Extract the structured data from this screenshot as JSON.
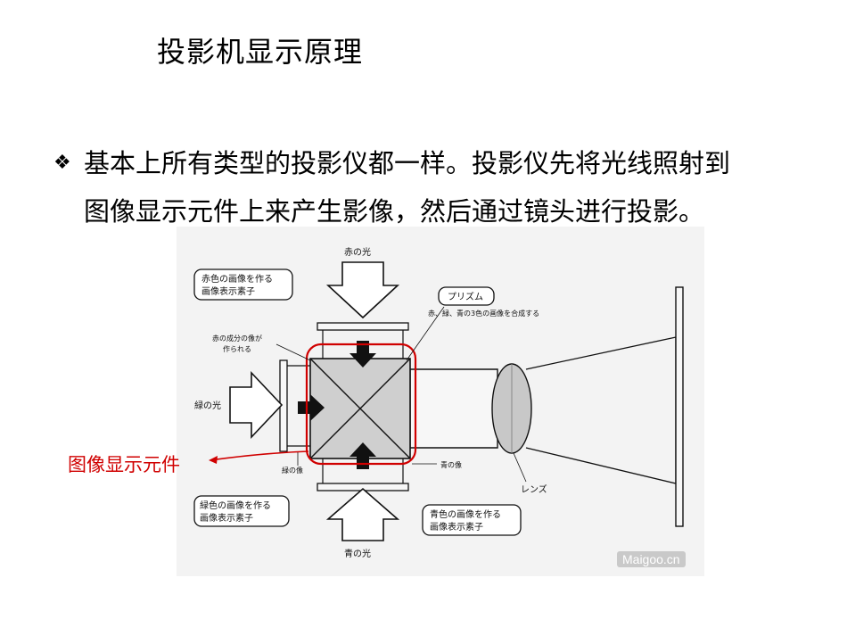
{
  "slide": {
    "title": "投影机显示原理",
    "bullet_mark": "❖",
    "bullet_line_1": "基本上所有类型的投影仪都一样。投影仪先将光线照射到",
    "bullet_line_2": "图像显示元件上来产生影像，然后通过镜头进行投影。"
  },
  "diagram": {
    "red_light": "赤の光",
    "red_element_line1": "赤色の画像を作る",
    "red_element_line2": "画像表示素子",
    "red_component_line1": "赤の成分の像が",
    "red_component_line2": "作られる",
    "green_light": "緑の光",
    "green_image": "緑の像",
    "green_element_line1": "緑色の画像を作る",
    "green_element_line2": "画像表示素子",
    "blue_light": "青の光",
    "blue_image": "青の像",
    "blue_element_line1": "青色の画像を作る",
    "blue_element_line2": "画像表示素子",
    "prism_label": "プリズム",
    "prism_note": "赤、緑、青の3色の画像を合成する",
    "lens_label": "レンズ"
  },
  "callout": {
    "label": "图像显示元件",
    "color": "#d00000"
  },
  "watermark": "Maigoo.cn"
}
